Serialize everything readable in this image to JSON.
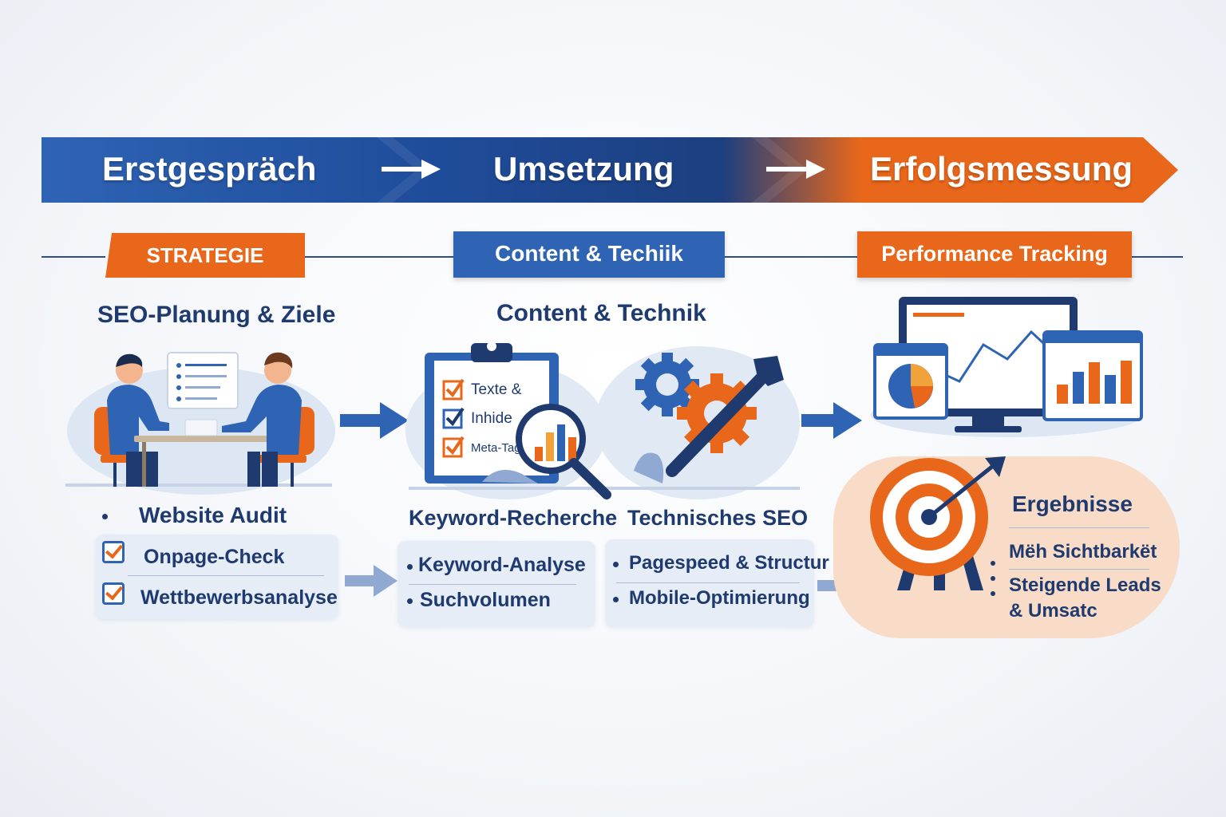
{
  "colors": {
    "navy": "#1e3a6e",
    "blue": "#2f63b4",
    "orange": "#e8671a",
    "panel": "#e6edf7",
    "peach": "#f9dcc8"
  },
  "phases": [
    {
      "label": "Erstgespräch"
    },
    {
      "label": "Umsetzung"
    },
    {
      "label": "Erfolgsmessung"
    }
  ],
  "sections": {
    "strategy": {
      "tag": "STRATEGIE",
      "title": "SEO-Planung & Ziele",
      "list_title": "Website Audit",
      "items": [
        "Onpage-Check",
        "Wettbewerbsanalyse"
      ]
    },
    "content": {
      "tag": "Content & Techiik",
      "title": "Content & Technik",
      "checklist": [
        "Texte &",
        "Inhide",
        "Meta-Tag"
      ],
      "keyword": {
        "title": "Keyword-Recherche",
        "items": [
          "Keyword-Analyse",
          "Suchvolumen"
        ]
      },
      "technical": {
        "title": "Technisches SEO",
        "items": [
          "Pagespeed & Structur",
          "Mobile-Optimierung"
        ]
      }
    },
    "tracking": {
      "tag": "Performance Tracking",
      "results": {
        "title": "Ergebnisse",
        "items": [
          "Mëh Sichtbarkët",
          "Steigende Leads",
          "& Umsatc"
        ]
      }
    }
  }
}
